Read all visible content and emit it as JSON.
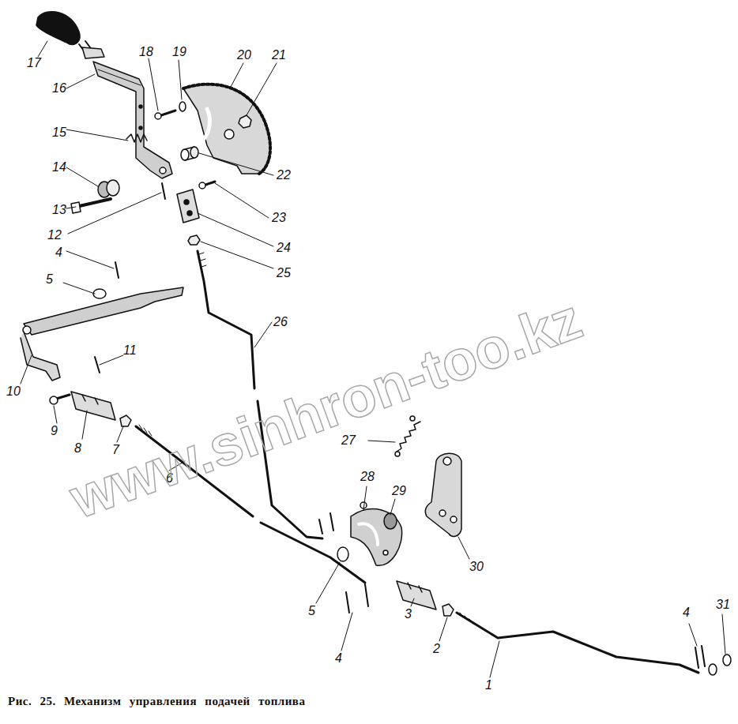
{
  "diagram": {
    "caption": "Рис. 25. Механизм управления подачей топлива",
    "labels": [
      "17",
      "16",
      "18",
      "19",
      "20",
      "21",
      "15",
      "14",
      "13",
      "12",
      "22",
      "23",
      "24",
      "25",
      "4",
      "5",
      "26",
      "10",
      "11",
      "9",
      "8",
      "7",
      "6",
      "27",
      "28",
      "29",
      "30",
      "5",
      "4",
      "3",
      "2",
      "1",
      "4",
      "31",
      "www.sinhron-too.kz"
    ]
  }
}
